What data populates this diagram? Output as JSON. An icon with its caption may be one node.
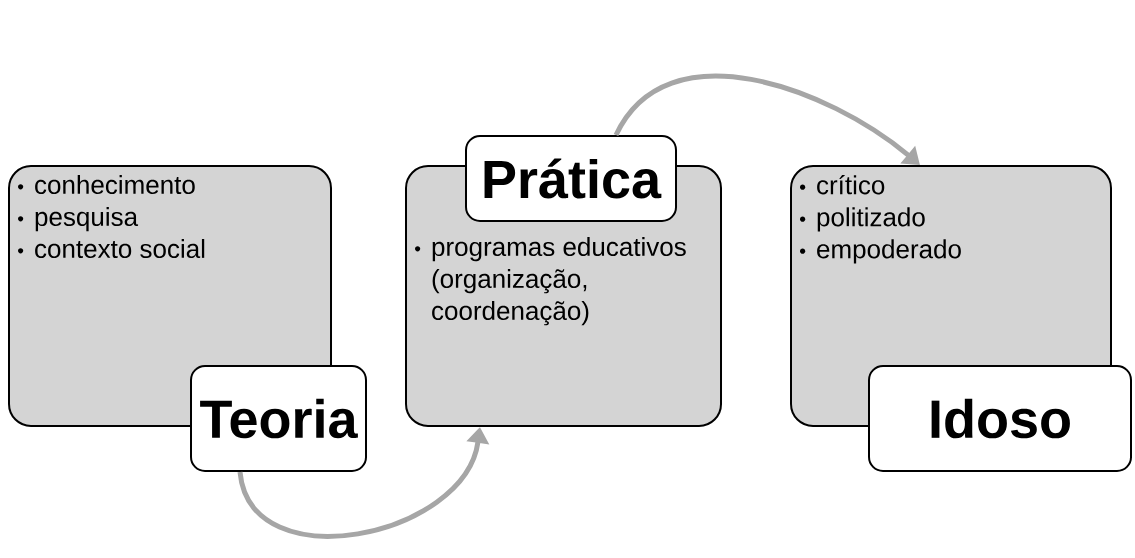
{
  "diagram": {
    "nodes": [
      {
        "text": [
          "conhecimento",
          "pesquisa",
          "contexto social"
        ]
      },
      {
        "text": [
          "Teoria"
        ]
      },
      {
        "text": [
          "programas educativos (organização, coordenação)"
        ]
      },
      {
        "text": [
          "Prática"
        ]
      },
      {
        "text": [
          "crítico",
          "politizado",
          "empoderado"
        ]
      },
      {
        "text": [
          "Idoso"
        ]
      }
    ],
    "edges": [
      {
        "from": 1,
        "to": 2,
        "arrow": "to"
      },
      {
        "from": 3,
        "to": 4,
        "arrow": "to"
      }
    ]
  }
}
